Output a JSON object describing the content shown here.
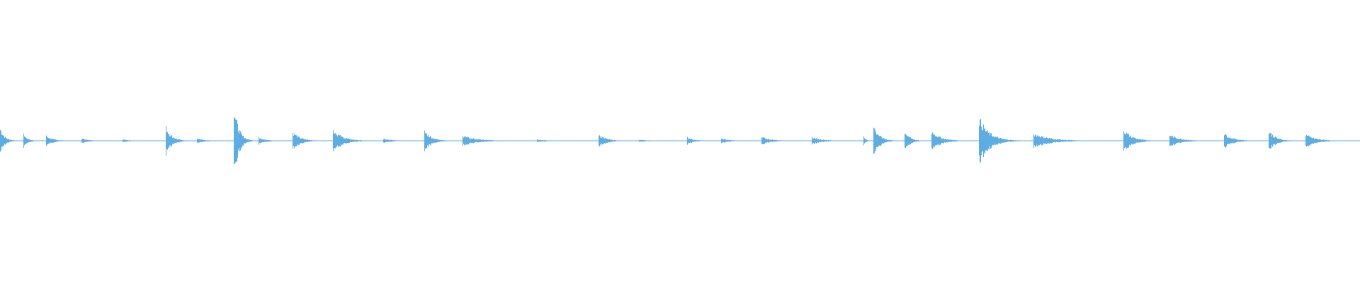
{
  "waveform": {
    "color": "#5dade2",
    "segments": [
      {
        "start": 0.0,
        "end": 0.017,
        "peak": 0.1
      },
      {
        "start": 0.017,
        "end": 0.034,
        "peak": 0.05
      },
      {
        "start": 0.034,
        "end": 0.06,
        "peak": 0.04
      },
      {
        "start": 0.06,
        "end": 0.09,
        "peak": 0.02
      },
      {
        "start": 0.09,
        "end": 0.122,
        "peak": 0.01
      },
      {
        "start": 0.122,
        "end": 0.145,
        "peak": 0.11
      },
      {
        "start": 0.145,
        "end": 0.172,
        "peak": 0.02
      },
      {
        "start": 0.172,
        "end": 0.19,
        "peak": 0.28
      },
      {
        "start": 0.19,
        "end": 0.215,
        "peak": 0.03
      },
      {
        "start": 0.215,
        "end": 0.245,
        "peak": 0.07
      },
      {
        "start": 0.245,
        "end": 0.282,
        "peak": 0.09
      },
      {
        "start": 0.282,
        "end": 0.312,
        "peak": 0.02
      },
      {
        "start": 0.312,
        "end": 0.34,
        "peak": 0.08
      },
      {
        "start": 0.34,
        "end": 0.395,
        "peak": 0.04
      },
      {
        "start": 0.395,
        "end": 0.44,
        "peak": 0.01
      },
      {
        "start": 0.44,
        "end": 0.47,
        "peak": 0.05
      },
      {
        "start": 0.47,
        "end": 0.505,
        "peak": 0.01
      },
      {
        "start": 0.505,
        "end": 0.53,
        "peak": 0.03
      },
      {
        "start": 0.53,
        "end": 0.56,
        "peak": 0.02
      },
      {
        "start": 0.56,
        "end": 0.597,
        "peak": 0.03
      },
      {
        "start": 0.597,
        "end": 0.635,
        "peak": 0.03
      },
      {
        "start": 0.635,
        "end": 0.642,
        "peak": 0.04
      },
      {
        "start": 0.642,
        "end": 0.665,
        "peak": 0.12
      },
      {
        "start": 0.665,
        "end": 0.685,
        "peak": 0.08
      },
      {
        "start": 0.685,
        "end": 0.72,
        "peak": 0.08
      },
      {
        "start": 0.72,
        "end": 0.76,
        "peak": 0.18
      },
      {
        "start": 0.76,
        "end": 0.822,
        "peak": 0.06
      },
      {
        "start": 0.822,
        "end": 0.826,
        "peak": 0.0
      },
      {
        "start": 0.826,
        "end": 0.86,
        "peak": 0.09
      },
      {
        "start": 0.86,
        "end": 0.9,
        "peak": 0.05
      },
      {
        "start": 0.9,
        "end": 0.933,
        "peak": 0.06
      },
      {
        "start": 0.933,
        "end": 0.96,
        "peak": 0.08
      },
      {
        "start": 0.96,
        "end": 1.0,
        "peak": 0.05
      }
    ]
  }
}
